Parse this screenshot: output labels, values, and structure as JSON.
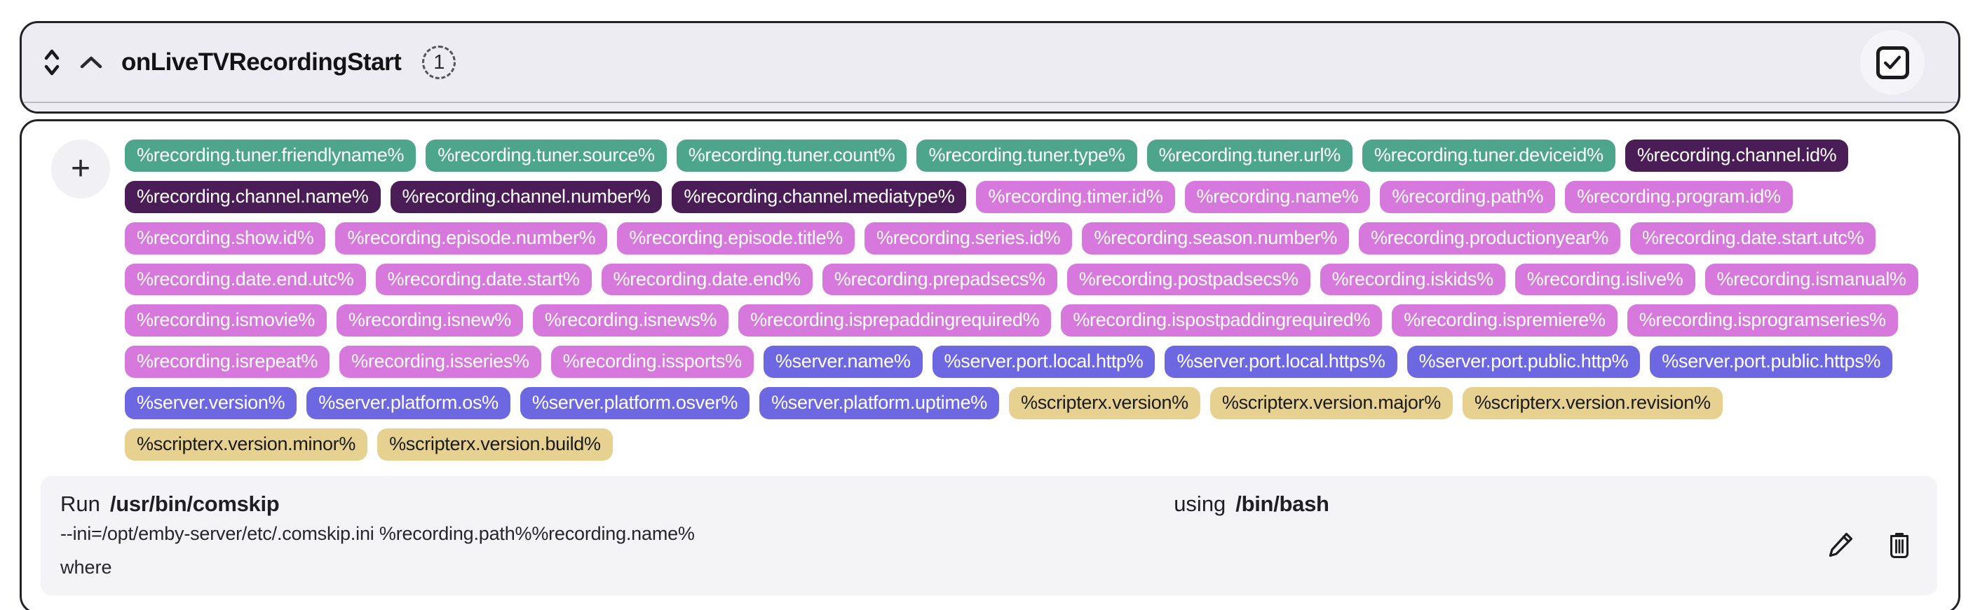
{
  "header": {
    "title": "onLiveTVRecordingStart",
    "badge_count": "1",
    "checkbox_checked": true
  },
  "add_button_label": "+",
  "chip_colors": {
    "tuner": {
      "bg": "#4da58b",
      "fg": "#ffffff"
    },
    "channel": {
      "bg": "#4a1d56",
      "fg": "#ffffff"
    },
    "recording": {
      "bg": "#d778dc",
      "fg": "#ffffff"
    },
    "server": {
      "bg": "#6d68e1",
      "fg": "#ffffff"
    },
    "scripterx": {
      "bg": "#e6d191",
      "fg": "#1a1a1a"
    }
  },
  "chips": [
    {
      "label": "%recording.tuner.friendlyname%",
      "group": "tuner"
    },
    {
      "label": "%recording.tuner.source%",
      "group": "tuner"
    },
    {
      "label": "%recording.tuner.count%",
      "group": "tuner"
    },
    {
      "label": "%recording.tuner.type%",
      "group": "tuner"
    },
    {
      "label": "%recording.tuner.url%",
      "group": "tuner"
    },
    {
      "label": "%recording.tuner.deviceid%",
      "group": "tuner"
    },
    {
      "label": "%recording.channel.id%",
      "group": "channel"
    },
    {
      "label": "%recording.channel.name%",
      "group": "channel"
    },
    {
      "label": "%recording.channel.number%",
      "group": "channel"
    },
    {
      "label": "%recording.channel.mediatype%",
      "group": "channel"
    },
    {
      "label": "%recording.timer.id%",
      "group": "recording"
    },
    {
      "label": "%recording.name%",
      "group": "recording"
    },
    {
      "label": "%recording.path%",
      "group": "recording"
    },
    {
      "label": "%recording.program.id%",
      "group": "recording"
    },
    {
      "label": "%recording.show.id%",
      "group": "recording"
    },
    {
      "label": "%recording.episode.number%",
      "group": "recording"
    },
    {
      "label": "%recording.episode.title%",
      "group": "recording"
    },
    {
      "label": "%recording.series.id%",
      "group": "recording"
    },
    {
      "label": "%recording.season.number%",
      "group": "recording"
    },
    {
      "label": "%recording.productionyear%",
      "group": "recording"
    },
    {
      "label": "%recording.date.start.utc%",
      "group": "recording"
    },
    {
      "label": "%recording.date.end.utc%",
      "group": "recording"
    },
    {
      "label": "%recording.date.start%",
      "group": "recording"
    },
    {
      "label": "%recording.date.end%",
      "group": "recording"
    },
    {
      "label": "%recording.prepadsecs%",
      "group": "recording"
    },
    {
      "label": "%recording.postpadsecs%",
      "group": "recording"
    },
    {
      "label": "%recording.iskids%",
      "group": "recording"
    },
    {
      "label": "%recording.islive%",
      "group": "recording"
    },
    {
      "label": "%recording.ismanual%",
      "group": "recording"
    },
    {
      "label": "%recording.ismovie%",
      "group": "recording"
    },
    {
      "label": "%recording.isnew%",
      "group": "recording"
    },
    {
      "label": "%recording.isnews%",
      "group": "recording"
    },
    {
      "label": "%recording.isprepaddingrequired%",
      "group": "recording"
    },
    {
      "label": "%recording.ispostpaddingrequired%",
      "group": "recording"
    },
    {
      "label": "%recording.ispremiere%",
      "group": "recording"
    },
    {
      "label": "%recording.isprogramseries%",
      "group": "recording"
    },
    {
      "label": "%recording.isrepeat%",
      "group": "recording"
    },
    {
      "label": "%recording.isseries%",
      "group": "recording"
    },
    {
      "label": "%recording.issports%",
      "group": "recording"
    },
    {
      "label": "%server.name%",
      "group": "server"
    },
    {
      "label": "%server.port.local.http%",
      "group": "server"
    },
    {
      "label": "%server.port.local.https%",
      "group": "server"
    },
    {
      "label": "%server.port.public.http%",
      "group": "server"
    },
    {
      "label": "%server.port.public.https%",
      "group": "server"
    },
    {
      "label": "%server.version%",
      "group": "server"
    },
    {
      "label": "%server.platform.os%",
      "group": "server"
    },
    {
      "label": "%server.platform.osver%",
      "group": "server"
    },
    {
      "label": "%server.platform.uptime%",
      "group": "server"
    },
    {
      "label": "%scripterx.version%",
      "group": "scripterx"
    },
    {
      "label": "%scripterx.version.major%",
      "group": "scripterx"
    },
    {
      "label": "%scripterx.version.revision%",
      "group": "scripterx"
    },
    {
      "label": "%scripterx.version.minor%",
      "group": "scripterx"
    },
    {
      "label": "%scripterx.version.build%",
      "group": "scripterx"
    }
  ],
  "command": {
    "run_label": "Run",
    "executable": "/usr/bin/comskip",
    "arguments": "--ini=/opt/emby-server/etc/.comskip.ini %recording.path%%recording.name%",
    "where_label": "where",
    "using_label": "using",
    "shell": "/bin/bash"
  }
}
